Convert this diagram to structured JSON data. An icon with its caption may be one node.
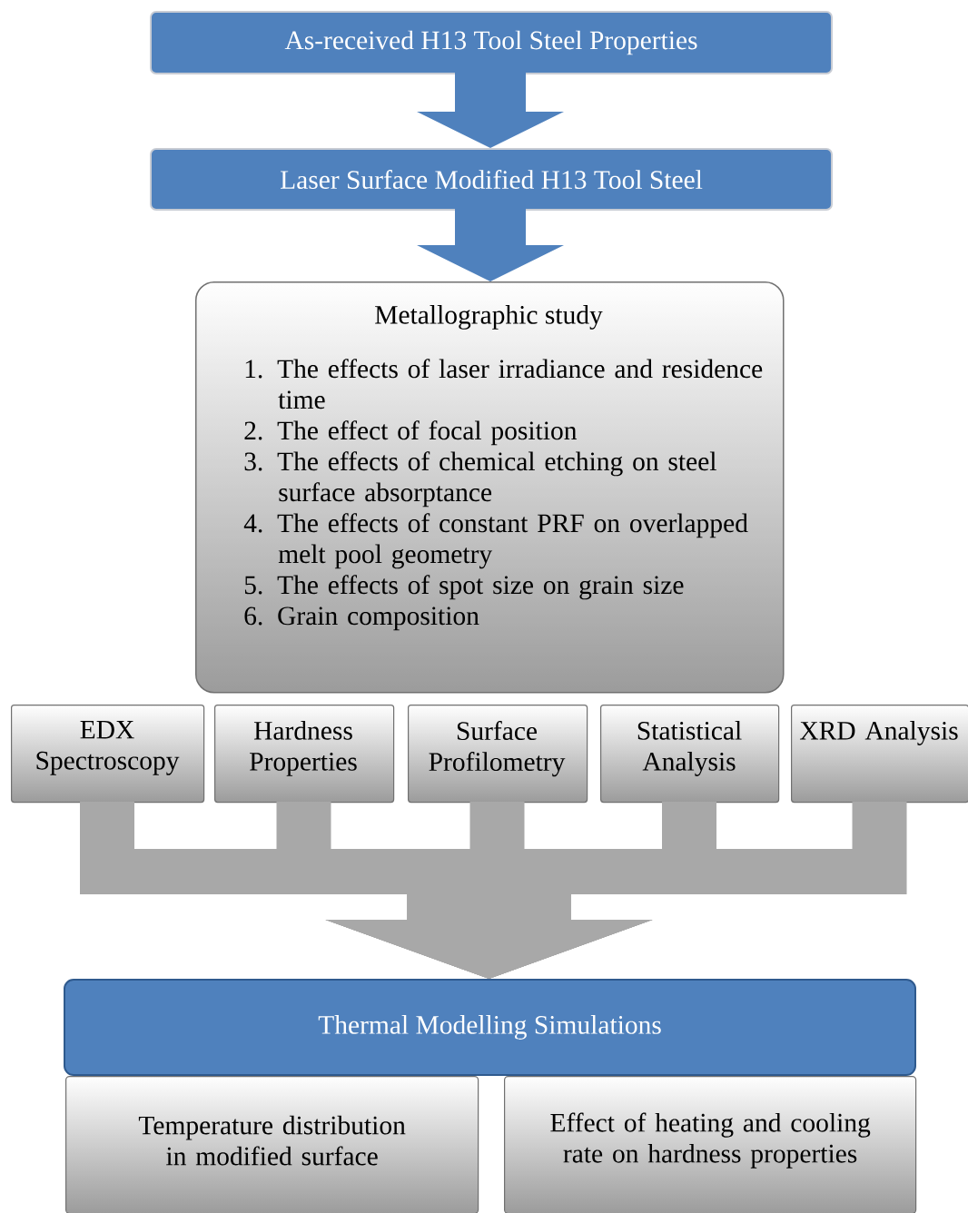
{
  "diagram": {
    "nodes": [
      {
        "text": [
          "As-received H13 Tool Steel Properties"
        ]
      },
      {
        "text": [
          "Laser Surface Modified H13 Tool Steel"
        ]
      },
      {
        "text": [
          "Metallographic study",
          "1. The effects of laser irradiance and residence time",
          "2. The effect of focal position",
          "3. The effects of chemical etching on steel surface absorptance",
          "4. The effects of constant PRF on overlapped melt pool geometry",
          "5. The effects of spot size on grain size",
          "6. Grain composition"
        ]
      },
      {
        "text": [
          "EDX Spectroscopy"
        ]
      },
      {
        "text": [
          "Hardness Properties"
        ]
      },
      {
        "text": [
          "Surface Profilometry"
        ]
      },
      {
        "text": [
          "Statistical Analysis"
        ]
      },
      {
        "text": [
          "XRD Analysis"
        ]
      },
      {
        "text": [
          "Thermal Modelling Simulations"
        ]
      },
      {
        "text": [
          "Temperature distribution in modified surface"
        ]
      },
      {
        "text": [
          "Effect of heating and cooling rate on hardness properties"
        ]
      }
    ],
    "edges": [
      {
        "from": 0,
        "to": 1,
        "arrow": "to"
      },
      {
        "from": 1,
        "to": 2,
        "arrow": "to"
      },
      {
        "from": 3,
        "to": 8,
        "arrow": "to"
      },
      {
        "from": 4,
        "to": 8,
        "arrow": "to"
      },
      {
        "from": 5,
        "to": 8,
        "arrow": "to"
      },
      {
        "from": 6,
        "to": 8,
        "arrow": "to"
      },
      {
        "from": 7,
        "to": 8,
        "arrow": "to"
      }
    ]
  }
}
